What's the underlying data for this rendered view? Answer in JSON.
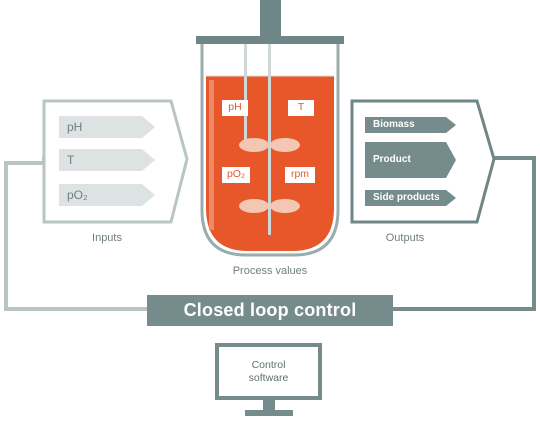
{
  "diagram": {
    "inputs": {
      "title": "Inputs",
      "items": [
        "pH",
        "T",
        "pO₂"
      ]
    },
    "outputs": {
      "title": "Outputs",
      "items": [
        "Biomass",
        "Product",
        "Side products"
      ]
    },
    "process": {
      "title": "Process values",
      "values": [
        "pH",
        "T",
        "pO₂",
        "rpm"
      ]
    },
    "control": {
      "loop_label": "Closed loop control",
      "software_label_line1": "Control",
      "software_label_line2": "software"
    },
    "colors": {
      "frame_gray": "#6f8686",
      "light_gray": "#b9c4c4",
      "arrow_fill": "#dde3e3",
      "liquid_orange": "#e8572a",
      "dark_bar": "#768b8b"
    }
  }
}
